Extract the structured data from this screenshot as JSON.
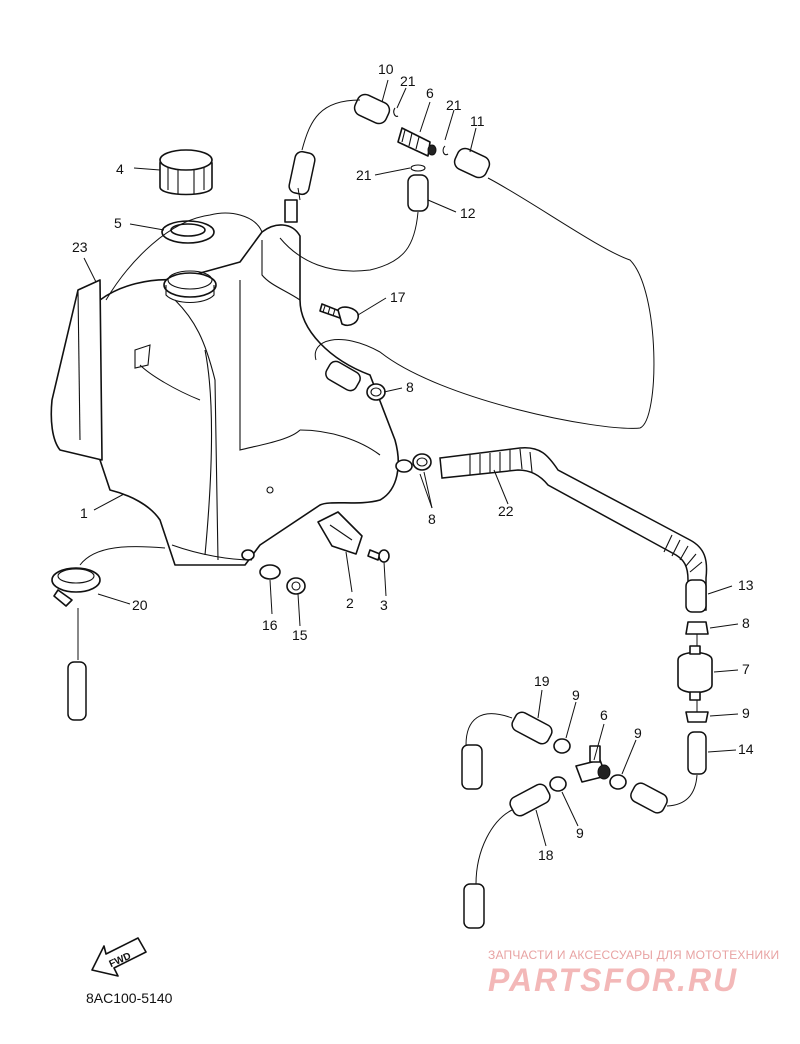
{
  "diagram": {
    "drawing_code": "8AC100-5140",
    "direction_label": "FWD",
    "watermark": {
      "line1": "ЗАПЧАСТИ И АКСЕССУАРЫ ДЛЯ МОТОТЕХНИКИ",
      "line2": "PARTSFOR.RU"
    },
    "callouts": {
      "c1": "1",
      "c2": "2",
      "c3": "3",
      "c4": "4",
      "c5": "5",
      "c6a": "6",
      "c6b": "6",
      "c7": "7",
      "c8a": "8",
      "c8b": "8",
      "c8c": "8",
      "c9a": "9",
      "c9b": "9",
      "c9c": "9",
      "c9d": "9",
      "c10": "10",
      "c11": "11",
      "c12": "12",
      "c13": "13",
      "c14": "14",
      "c15": "15",
      "c16": "16",
      "c17": "17",
      "c18": "18",
      "c19": "19",
      "c20": "20",
      "c21a": "21",
      "c21b": "21",
      "c21c": "21",
      "c22": "22",
      "c23": "23"
    }
  }
}
